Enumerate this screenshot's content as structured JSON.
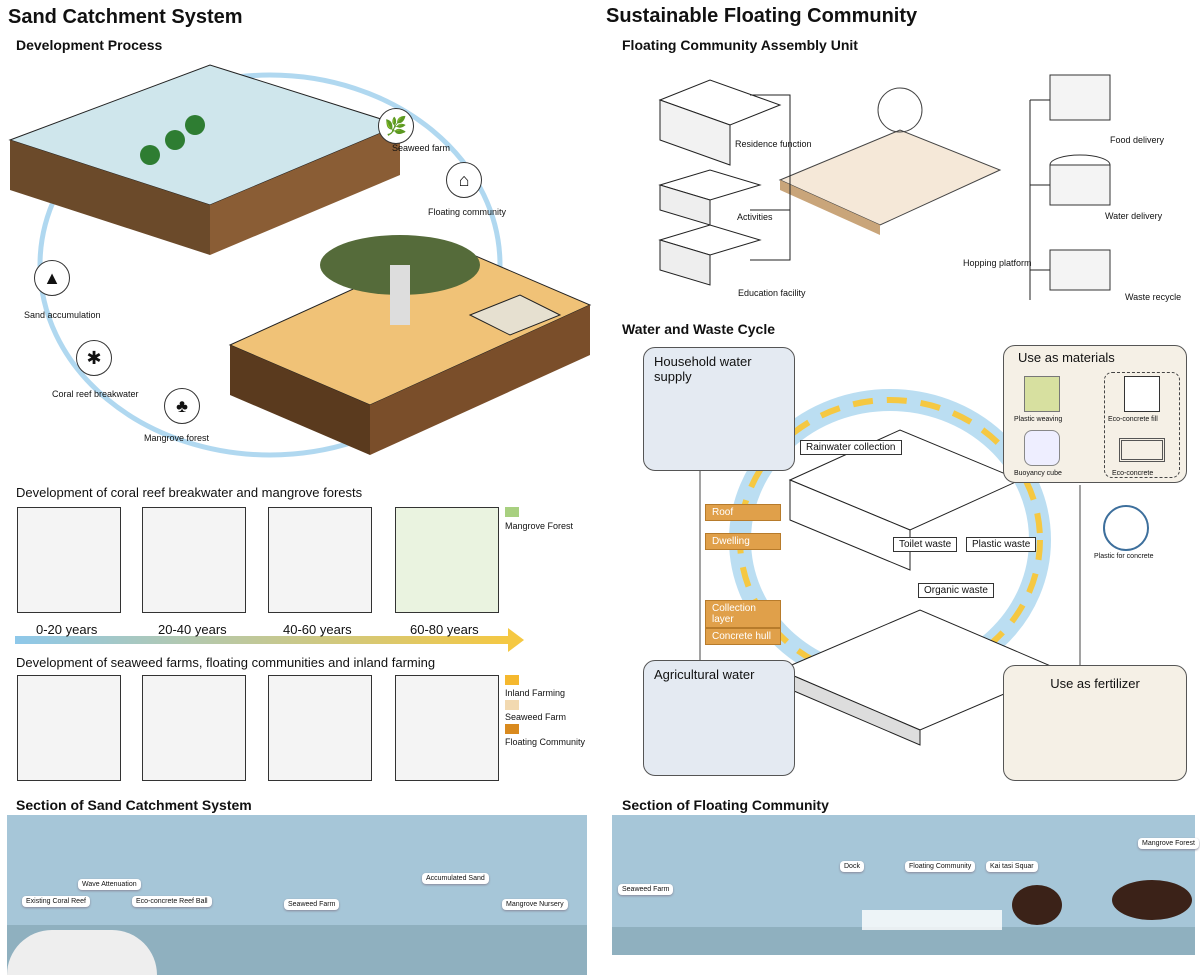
{
  "left": {
    "title": "Sand Catchment System",
    "development_process": {
      "heading": "Development Process",
      "cycle": [
        {
          "label": "Seaweed farm",
          "icon": "seaweed-icon"
        },
        {
          "label": "Floating community",
          "icon": "house-icon"
        },
        {
          "label": "Sand accumulation",
          "icon": "sand-pile-icon"
        },
        {
          "label": "Coral reef breakwater",
          "icon": "coral-icon"
        },
        {
          "label": "Mangrove forest",
          "icon": "mangrove-icon"
        }
      ]
    },
    "coral_mangrove": {
      "heading": "Development of coral reef breakwater and mangrove forests",
      "legend": [
        {
          "label": "Mangrove Forest",
          "color": "#a8d080"
        }
      ]
    },
    "timeline": [
      "0-20 years",
      "20-40 years",
      "40-60 years",
      "60-80 years"
    ],
    "seaweed": {
      "heading": "Development of seaweed farms, floating communities and inland farming",
      "legend": [
        {
          "label": "Inland Farming",
          "color": "#f5b82e"
        },
        {
          "label": "Seaweed Farm",
          "color": "#f2d9b0"
        },
        {
          "label": "Floating Community",
          "color": "#d98a1e"
        }
      ]
    },
    "section": {
      "heading": "Section of Sand Catchment System",
      "labels": [
        "Wave Attenuation",
        "Existing Coral Reef",
        "Eco-concrete Reef Ball",
        "Seaweed Farm",
        "Accumulated Sand",
        "Mangrove Nursery"
      ]
    }
  },
  "right": {
    "title": "Sustainable Floating Community",
    "assembly": {
      "heading": "Floating Community Assembly Unit",
      "labels": [
        "Residence function",
        "Activities",
        "Education facility",
        "Hopping platform",
        "Food delivery",
        "Water delivery",
        "Waste recycle"
      ]
    },
    "cycle": {
      "heading": "Water and Waste Cycle",
      "household": "Household water supply",
      "agricultural": "Agricultural water",
      "fertilizer": "Use as fertilizer",
      "materials": {
        "title": "Use as materials",
        "items": [
          "Plastic weaving",
          "Eco-concrete fill",
          "Buoyancy cube",
          "Eco-concrete"
        ]
      },
      "rainwater": "Rainwater collection",
      "layers": [
        "Roof",
        "Dwelling",
        "Collection layer",
        "Concrete hull"
      ],
      "wastes": [
        "Toilet waste",
        "Plastic waste",
        "Organic waste"
      ],
      "plastic_concrete": "Plastic for concrete"
    },
    "section": {
      "heading": "Section of Floating Community",
      "labels": [
        "Seaweed Farm",
        "Dock",
        "Floating Community",
        "Kai tasi Squar",
        "Mangrove Forest"
      ]
    }
  },
  "colors": {
    "sky": "#a6c6d8",
    "sand": "#f0c277",
    "orange": "#e0a04a",
    "mangrove": "#a8d080"
  }
}
